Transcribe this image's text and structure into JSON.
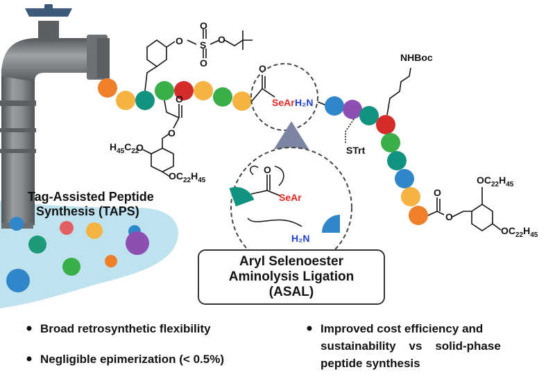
{
  "labels": {
    "taps_line1": "Tag-Assisted Peptide",
    "taps_line2": "Synthesis (TAPS)",
    "asal_line1": "Aryl Selenoester",
    "asal_line2": "Aminolysis Ligation",
    "asal_line3": "(ASAL)",
    "sear_top": "SeAr",
    "sear_zoom": "SeAr",
    "h2n_top": "H₂N",
    "h2n_zoom": "H₂N",
    "nhboc": "NHBoc",
    "strt": "STrt",
    "h45c22o": "H",
    "oc22h45": "OC"
  },
  "bullets": {
    "b1": "Broad retrosynthetic flexibility",
    "b2": "Negligible epimerization (< 0.5%)",
    "b3_line1": "Improved cost efficiency and",
    "b3_line2": "sustainability    vs    solid-phase",
    "b3_line3": "peptide synthesis"
  },
  "colors": {
    "orange": "#f07f2a",
    "yellow": "#f5b342",
    "teal": "#12937f",
    "green": "#3aae49",
    "red": "#d62b2b",
    "blue": "#2f86c8",
    "purple": "#8e4fb3",
    "pipe": "#7a7d80",
    "water": "#bfe3ee"
  }
}
